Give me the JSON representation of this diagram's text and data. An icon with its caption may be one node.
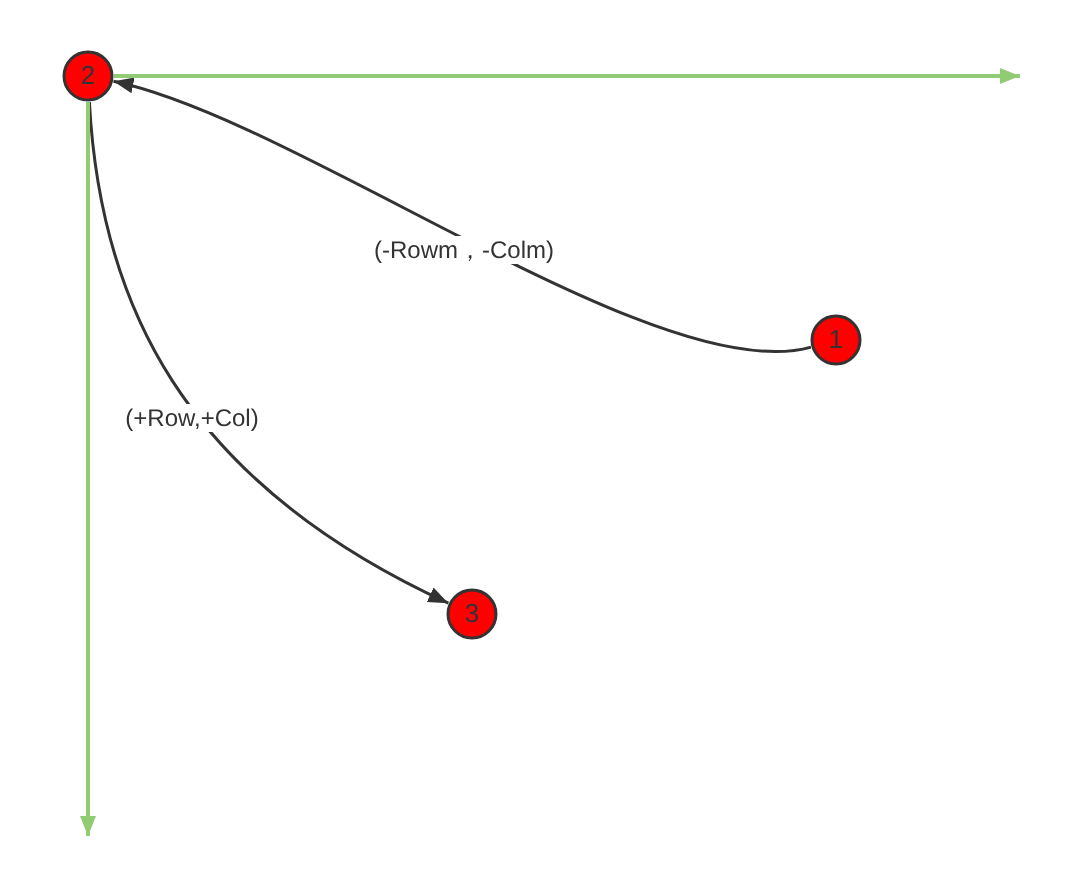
{
  "diagram": {
    "nodes": [
      {
        "text": [
          "2"
        ]
      },
      {
        "text": [
          "1"
        ]
      },
      {
        "text": [
          "3"
        ]
      }
    ],
    "edges": [
      {
        "from": 1,
        "to": 0,
        "arrow": "to",
        "label": "(-Rowm，-Colm)"
      },
      {
        "from": 0,
        "to": 2,
        "arrow": "to",
        "label": "(+Row,+Col)"
      },
      {
        "from": 0,
        "to": null,
        "arrow": "to",
        "color": "#91cc75"
      },
      {
        "from": 0,
        "to": null,
        "arrow": "to",
        "color": "#91cc75"
      }
    ]
  }
}
